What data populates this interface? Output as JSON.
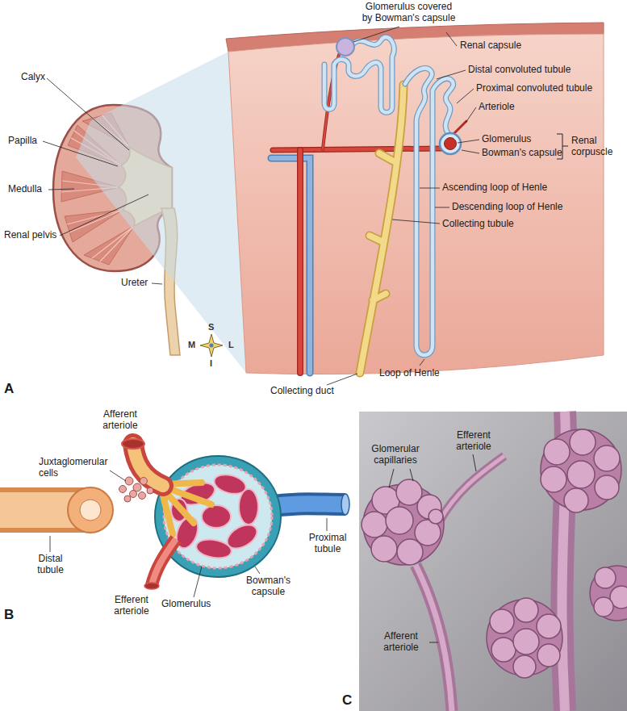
{
  "diagram": {
    "labels": [
      "Glomerulus covered by Bowman's capsule",
      "Renal capsule",
      "Distal convoluted tubule",
      "Proximal convoluted tubule",
      "Arteriole",
      "Glomerulus",
      "Bowman's capsule",
      "Renal corpuscle",
      "Ascending loop of Henle",
      "Descending loop of Henle",
      "Collecting tubule",
      "Calyx",
      "Papilla",
      "Medulla",
      "Renal pelvis",
      "Ureter",
      "S",
      "M",
      "L",
      "I",
      "A",
      "Collecting duct",
      "Loop of Henle",
      "Afferent arteriole",
      "Juxtaglomerular cells",
      "Distal tubule",
      "Efferent arteriole",
      "Glomerulus",
      "Bowman's capsule",
      "Proximal tubule",
      "B",
      "Glomerular capillaries",
      "Efferent arteriole",
      "Afferent arteriole",
      "C"
    ]
  }
}
